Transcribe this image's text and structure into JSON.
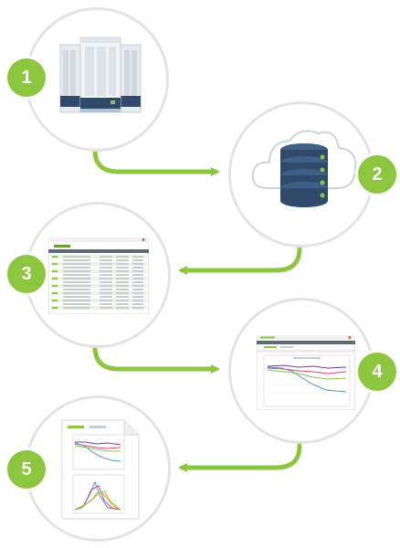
{
  "accent_color": "#8cc63f",
  "circle_border_color": "#e3e3e3",
  "steps": [
    {
      "number": "1",
      "illustration": "server-racks-icon"
    },
    {
      "number": "2",
      "illustration": "cloud-database-icon"
    },
    {
      "number": "3",
      "illustration": "data-table-screen"
    },
    {
      "number": "4",
      "illustration": "line-chart-screen"
    },
    {
      "number": "5",
      "illustration": "report-document-icon"
    }
  ]
}
